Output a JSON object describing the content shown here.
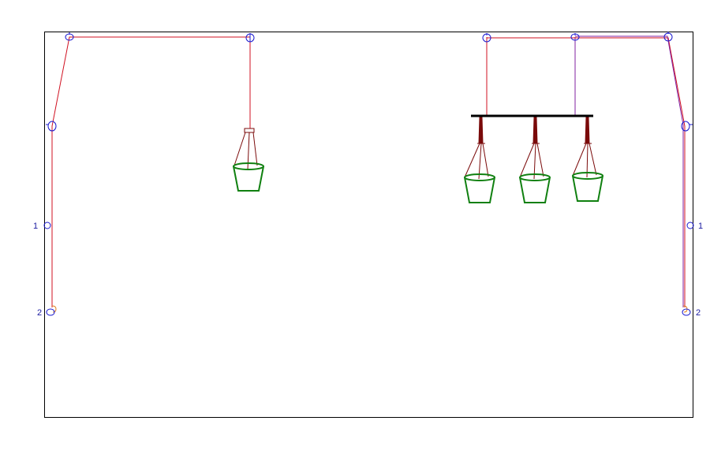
{
  "labels": {
    "left_1": "1",
    "left_2": "2",
    "right_1": "1",
    "right_2": "2"
  },
  "colors": {
    "rope": "#d01020",
    "rope_purple": "#8020a0",
    "pulley": "#1a1ad0",
    "hanger": "#7a0a0a",
    "bucket": "#108010",
    "bar": "#000000",
    "hook": "#e08020"
  }
}
